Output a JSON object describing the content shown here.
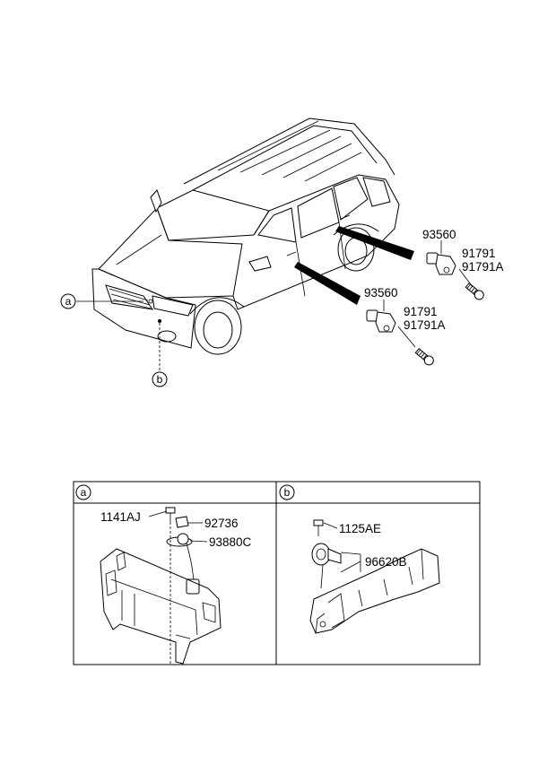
{
  "main_view": {
    "callouts": {
      "a": "a",
      "b": "b"
    },
    "labels": {
      "door_rear_switch": "93560",
      "door_rear_screw_1": "91791",
      "door_rear_screw_2": "91791A",
      "door_front_switch": "93560",
      "door_front_screw_1": "91791",
      "door_front_screw_2": "91791A"
    }
  },
  "detail_a": {
    "header": "a",
    "labels": {
      "bolt": "1141AJ",
      "nut": "92736",
      "sensor": "93880C"
    }
  },
  "detail_b": {
    "header": "b",
    "labels": {
      "bolt": "1125AE",
      "horn": "96620B"
    }
  }
}
